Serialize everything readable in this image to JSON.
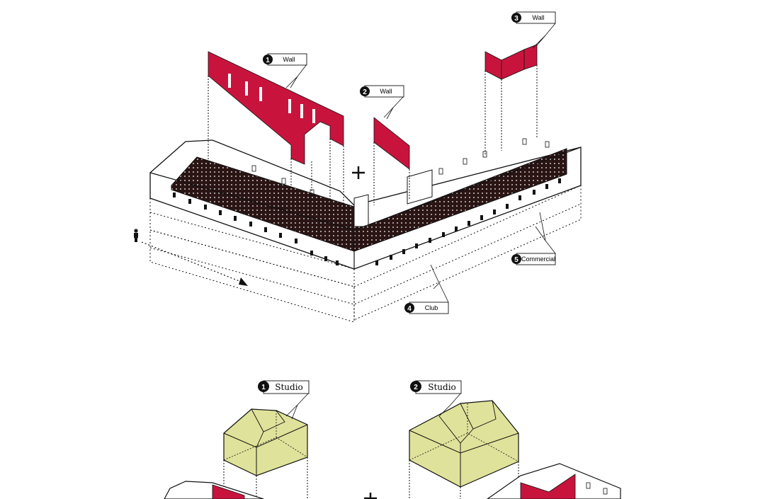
{
  "colors": {
    "wall_red": "#c8143c",
    "studio_yellow": "#dfe29a",
    "floor_dark": "#2a1414",
    "line": "#111111"
  },
  "top_callouts": [
    {
      "num": "1",
      "label": "Wall"
    },
    {
      "num": "2",
      "label": "Wall"
    },
    {
      "num": "3",
      "label": "Wall"
    },
    {
      "num": "4",
      "label": "Club"
    },
    {
      "num": "5",
      "label": "Commercial"
    }
  ],
  "bottom_callouts": [
    {
      "num": "1",
      "label": "Studio"
    },
    {
      "num": "2",
      "label": "Studio"
    }
  ],
  "icons": [
    "person-icon",
    "plus-icon",
    "arrow-icon"
  ]
}
